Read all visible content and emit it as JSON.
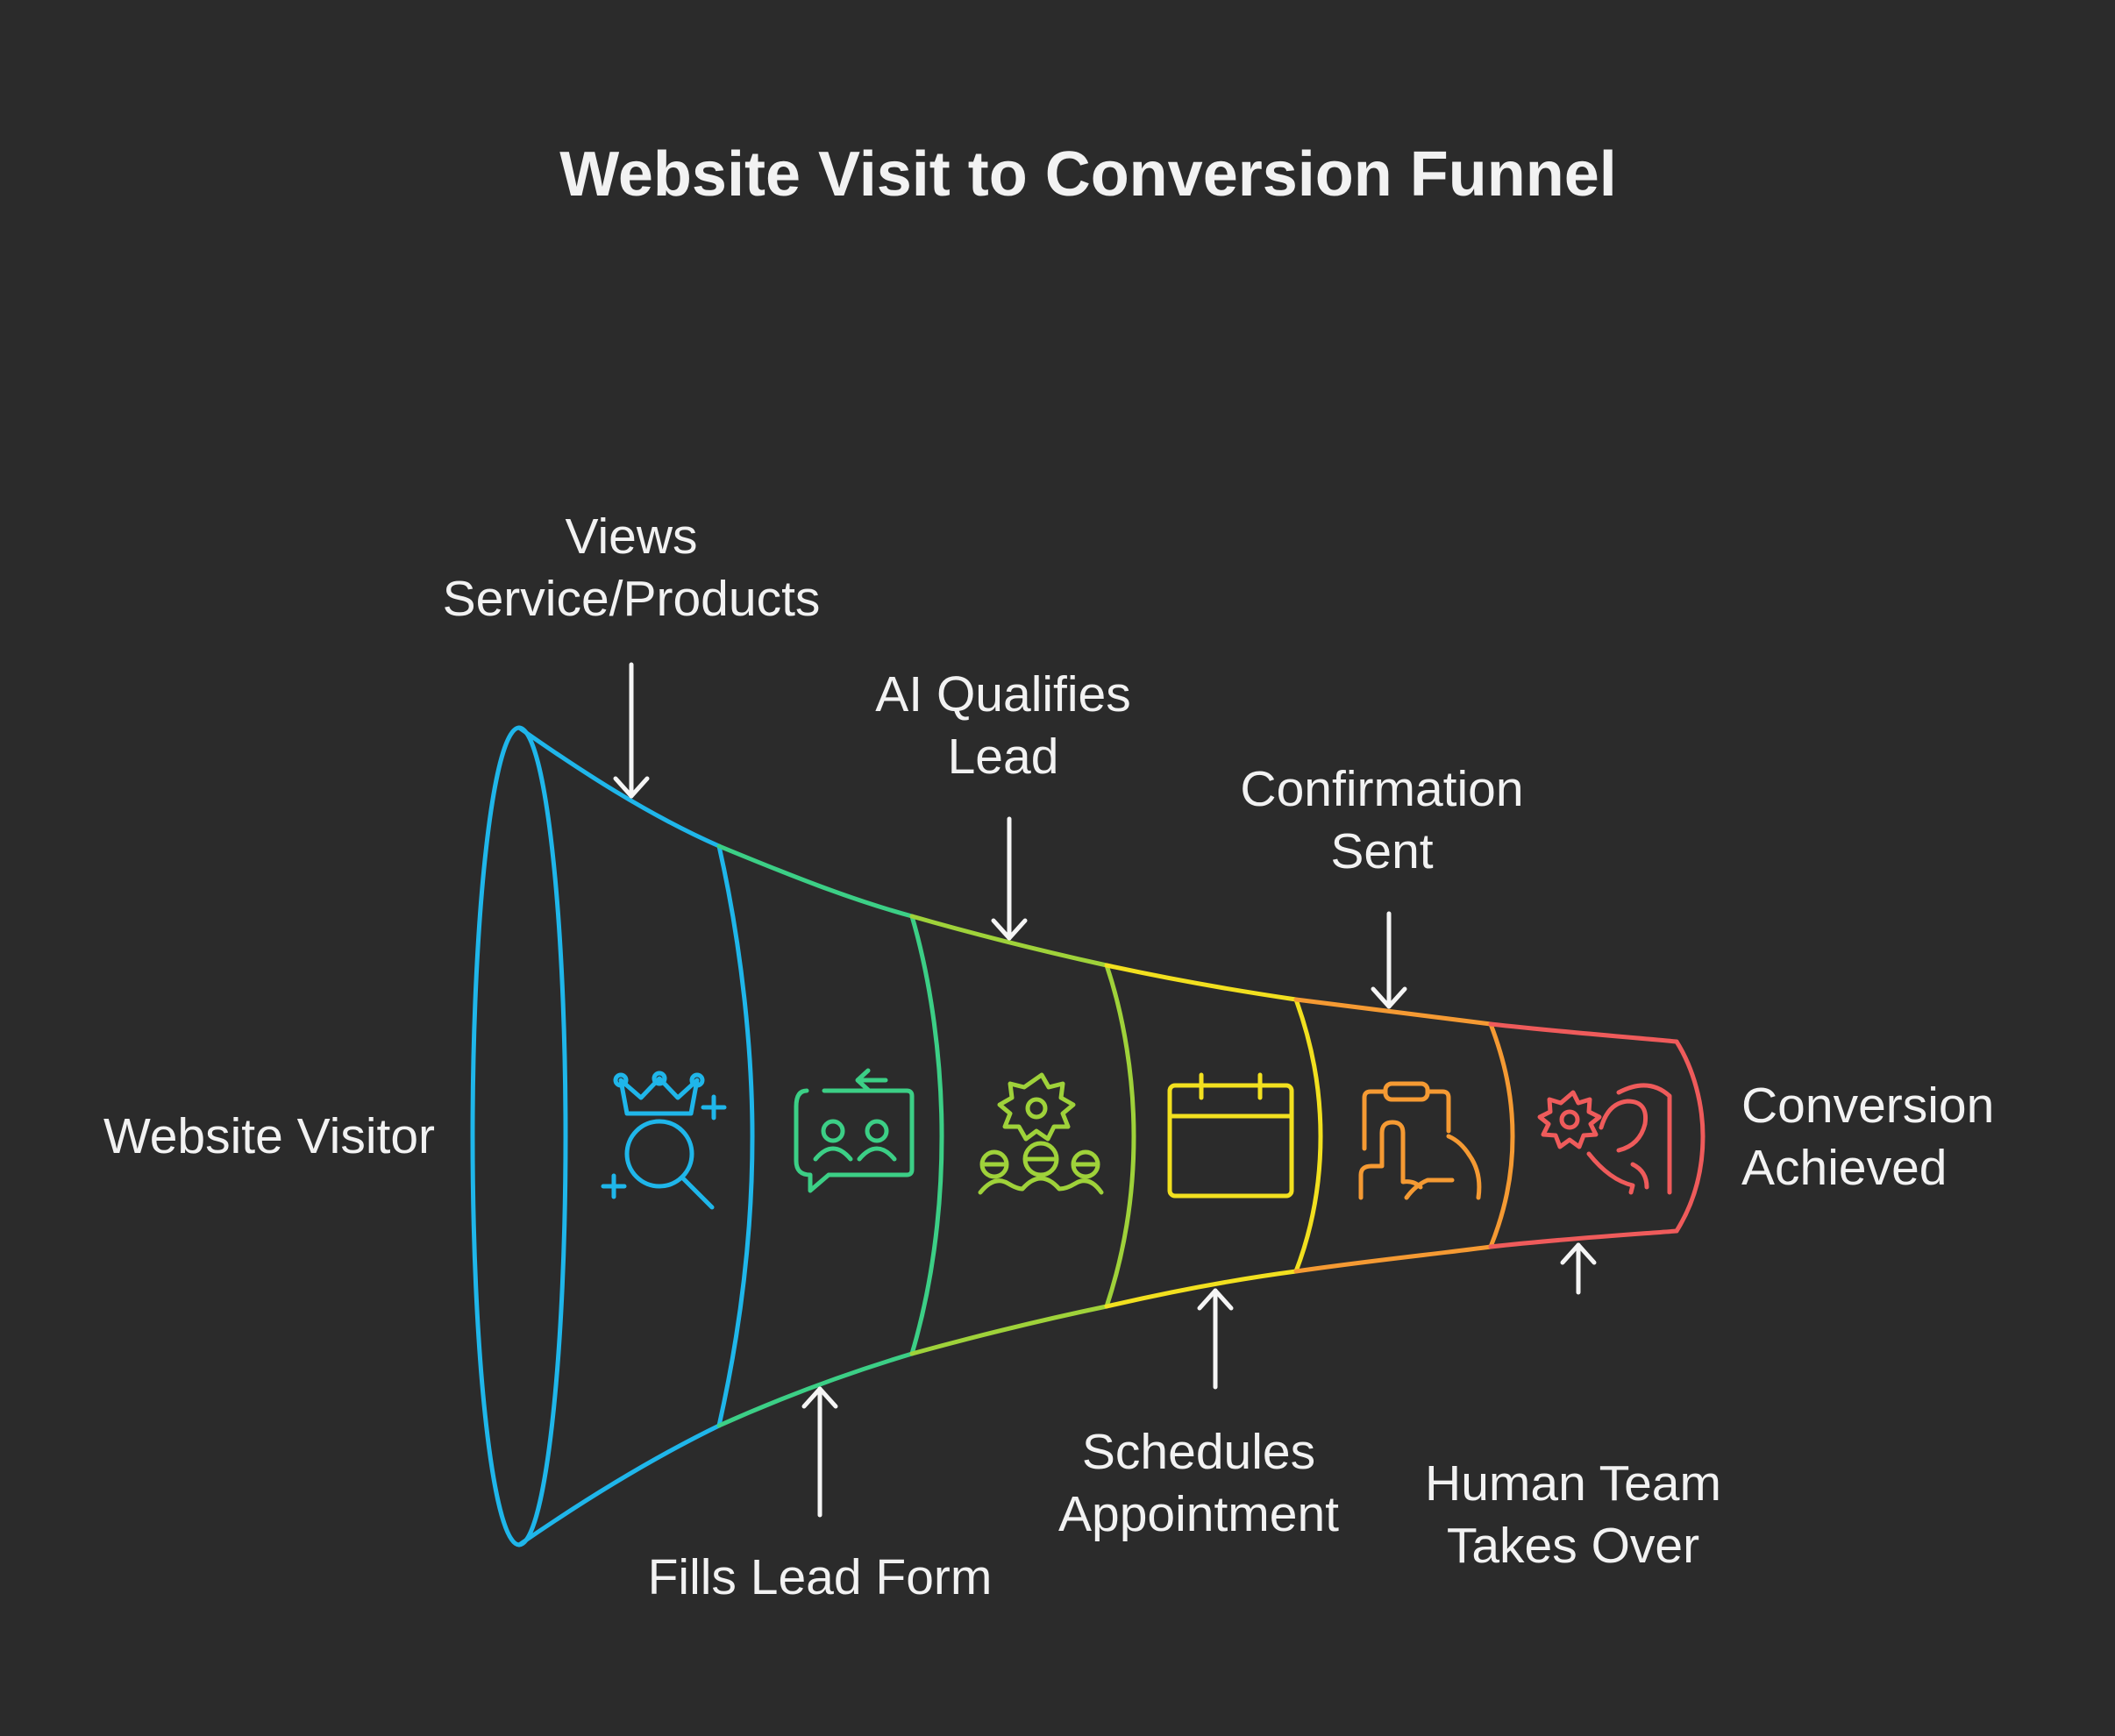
{
  "title": "Website Visit to Conversion Funnel",
  "labels": {
    "entry": "Website Visitor",
    "views_line1": "Views",
    "views_line2": "Service/Products",
    "fills": "Fills Lead Form",
    "ai_line1": "AI Qualifies",
    "ai_line2": "Lead",
    "schedules_line1": "Schedules",
    "schedules_line2": "Appointment",
    "confirm_line1": "Confirmation",
    "confirm_line2": "Sent",
    "human_line1": "Human Team",
    "human_line2": "Takes Over",
    "conversion_line1": "Conversion",
    "conversion_line2": "Achieved"
  },
  "colors": {
    "background": "#2b2b2b",
    "text": "#f2f2f2",
    "stage1": "#1fb6ea",
    "stage2": "#3ccf86",
    "stage3": "#9fd23a",
    "stage4": "#f2e01f",
    "stage5": "#f59a33",
    "stage6": "#ef5b5b"
  },
  "icons": [
    "crown-search-icon",
    "chat-users-icon",
    "gear-team-icon",
    "calendar-icon",
    "clipboard-hand-icon",
    "hand-gear-icon"
  ]
}
